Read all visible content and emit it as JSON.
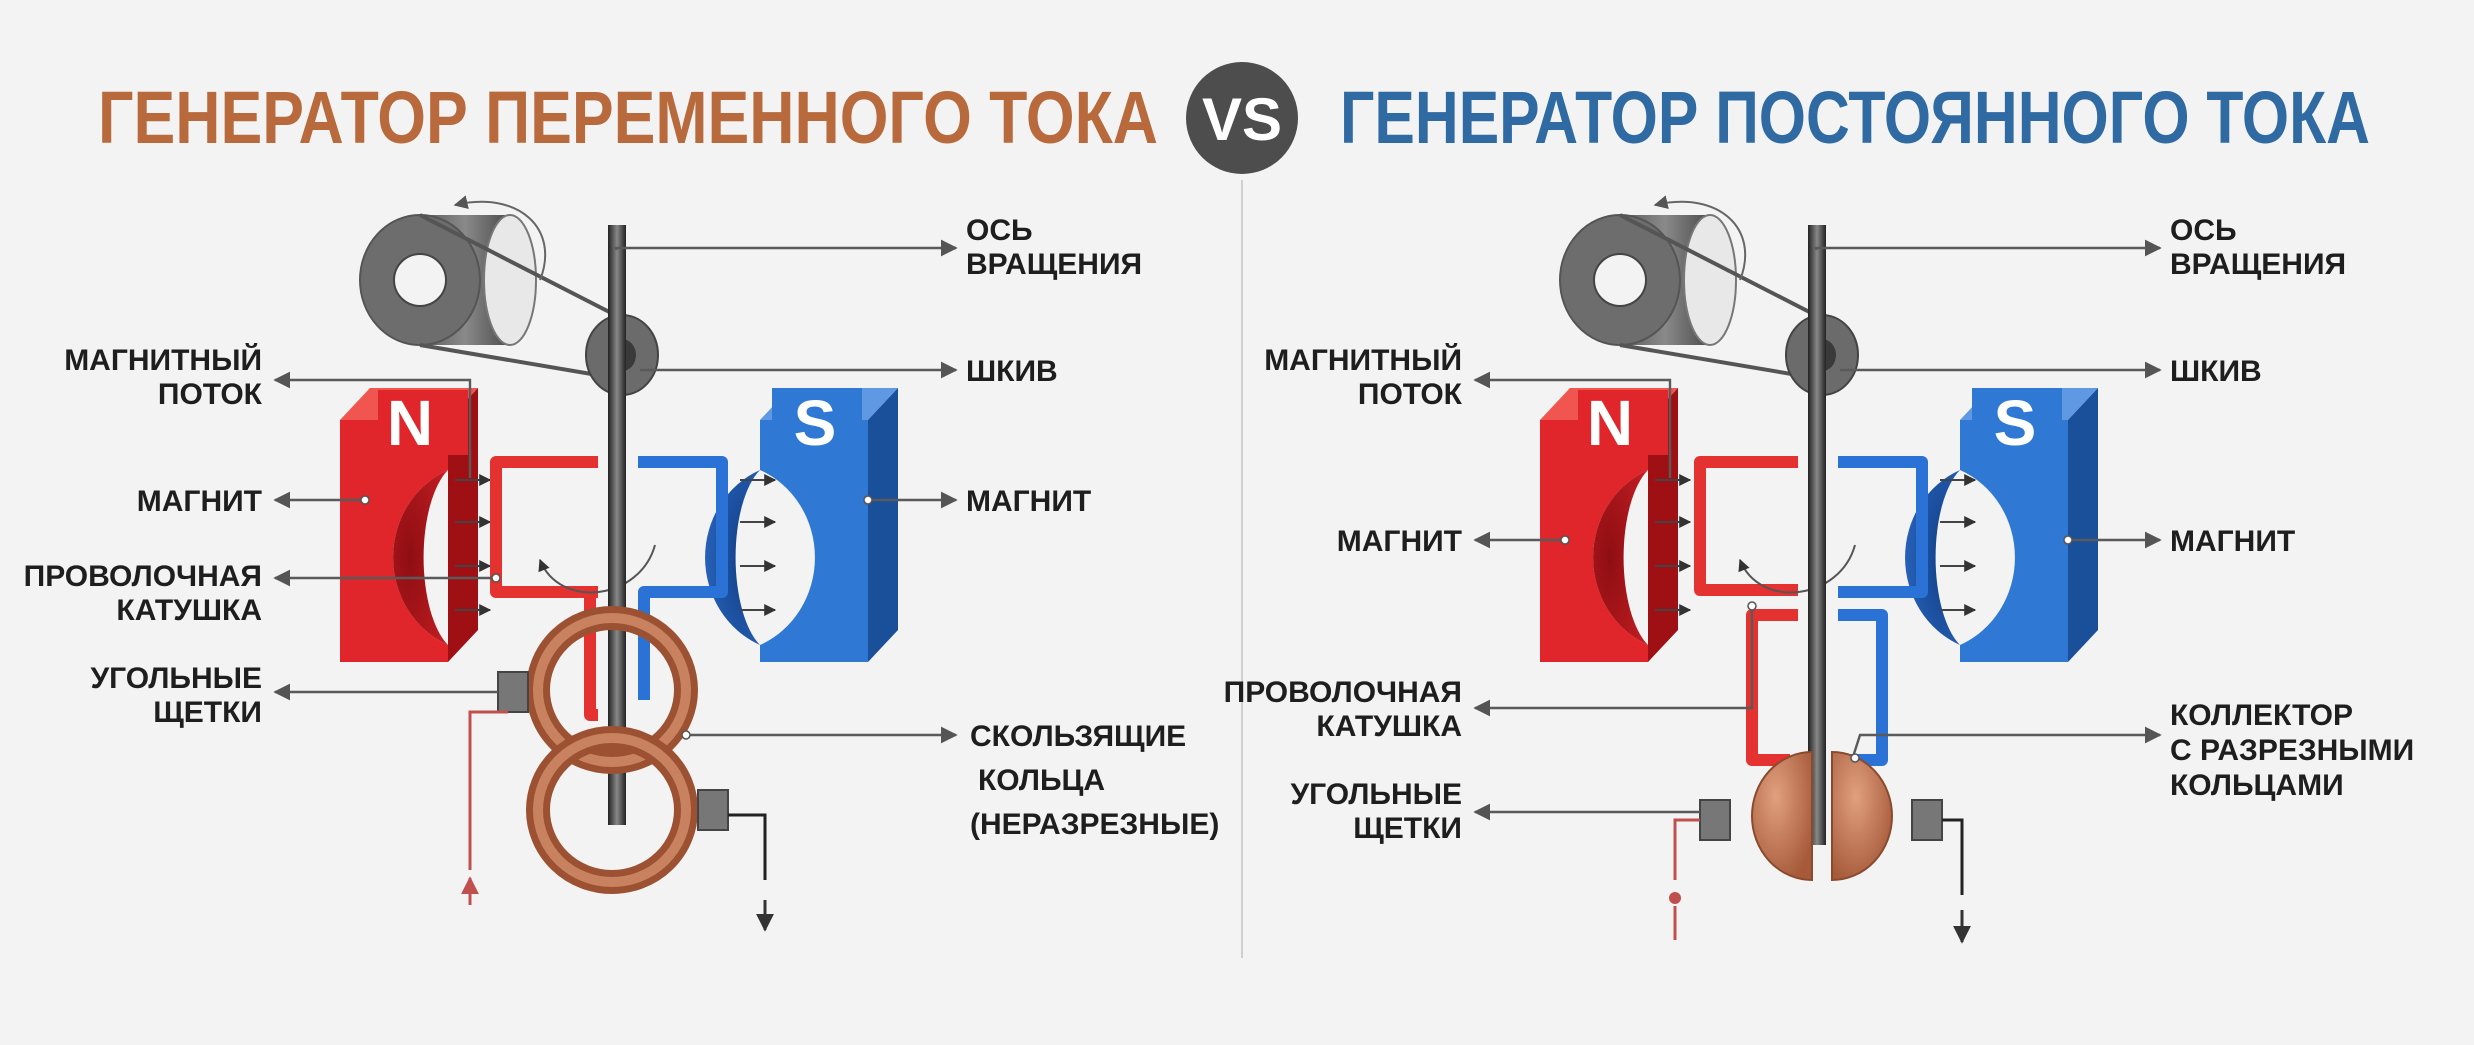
{
  "header": {
    "left_title": "ГЕНЕРАТОР ПЕРЕМЕННОГО ТОКА",
    "vs_label": "VS",
    "right_title": "ГЕНЕРАТОР ПОСТОЯННОГО ТОКА"
  },
  "colors": {
    "ac_title": "#b86a3c",
    "dc_title": "#2f6aa3",
    "vs_badge": "#4d4d4d",
    "magnet_red": "#e0262a",
    "magnet_blue": "#2f79d4",
    "copper": "#b86a4a",
    "coil_red": "#e3322f",
    "coil_blue": "#2b72d6"
  },
  "ac": {
    "pole_n": "N",
    "pole_s": "S",
    "labels": {
      "axis_l1": "ОСЬ",
      "axis_l2": "ВРАЩЕНИЯ",
      "pulley": "ШКИВ",
      "flux_l1": "МАГНИТНЫЙ",
      "flux_l2": "ПОТОК",
      "magnet_left": "МАГНИТ",
      "magnet_right": "МАГНИТ",
      "coil_l1": "ПРОВОЛОЧНАЯ",
      "coil_l2": "КАТУШКА",
      "brushes_l1": "УГОЛЬНЫЕ",
      "brushes_l2": "ЩЕТКИ",
      "rings_l1": "СКОЛЬЗЯЩИЕ",
      "rings_l2": "КОЛЬЦА",
      "rings_l3": "(НЕРАЗРЕЗНЫЕ)"
    }
  },
  "dc": {
    "pole_n": "N",
    "pole_s": "S",
    "labels": {
      "axis_l1": "ОСЬ",
      "axis_l2": "ВРАЩЕНИЯ",
      "pulley": "ШКИВ",
      "flux_l1": "МАГНИТНЫЙ",
      "flux_l2": "ПОТОК",
      "magnet_left": "МАГНИТ",
      "magnet_right": "МАГНИТ",
      "coil_l1": "ПРОВОЛОЧНАЯ",
      "coil_l2": "КАТУШКА",
      "brushes_l1": "УГОЛЬНЫЕ",
      "brushes_l2": "ЩЕТКИ",
      "commutator_l1": "КОЛЛЕКТОР",
      "commutator_l2": "С РАЗРЕЗНЫМИ",
      "commutator_l3": "КОЛЬЦАМИ"
    }
  }
}
